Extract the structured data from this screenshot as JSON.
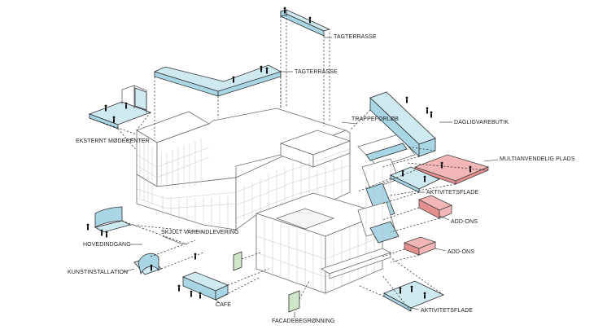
{
  "labels": {
    "tagterrasse_top": "TAGTERRASSE",
    "tagterrasse_mid": "TAGTERRASSE",
    "trappeforloeb": "TRAPPEFORLØB",
    "dagligvarebutik": "DAGLIGVAREBUTIK",
    "multianvendelig_plads": "MULTIANVENDELIG PLADS",
    "aktivitetsflade_upper": "AKTIVITETSFLADE",
    "add_ons_upper": "ADD-ONS",
    "add_ons_lower": "ADD-ONS",
    "aktivitetsflade_lower": "AKTIVITETSFLADE",
    "eksternt_moedecenter": "EKSTERNT MØDECENTER",
    "skjult_vareindlevering": "SKJULT VAREINDLEVERING",
    "hovedindgang": "HOVEDINDGANG",
    "kunstinstallation": "KUNSTINSTALLATION",
    "cafe": "CAFÉ",
    "facadebegroenning": "FACADEBEGRØNNING"
  },
  "colors": {
    "program_blue": "#cfe9f1",
    "program_blue_side": "#a9d6e4",
    "program_pink": "#f3b6b6",
    "program_pink_side": "#e58f8f",
    "green_facade": "#cfe7c8",
    "line": "#222222"
  }
}
